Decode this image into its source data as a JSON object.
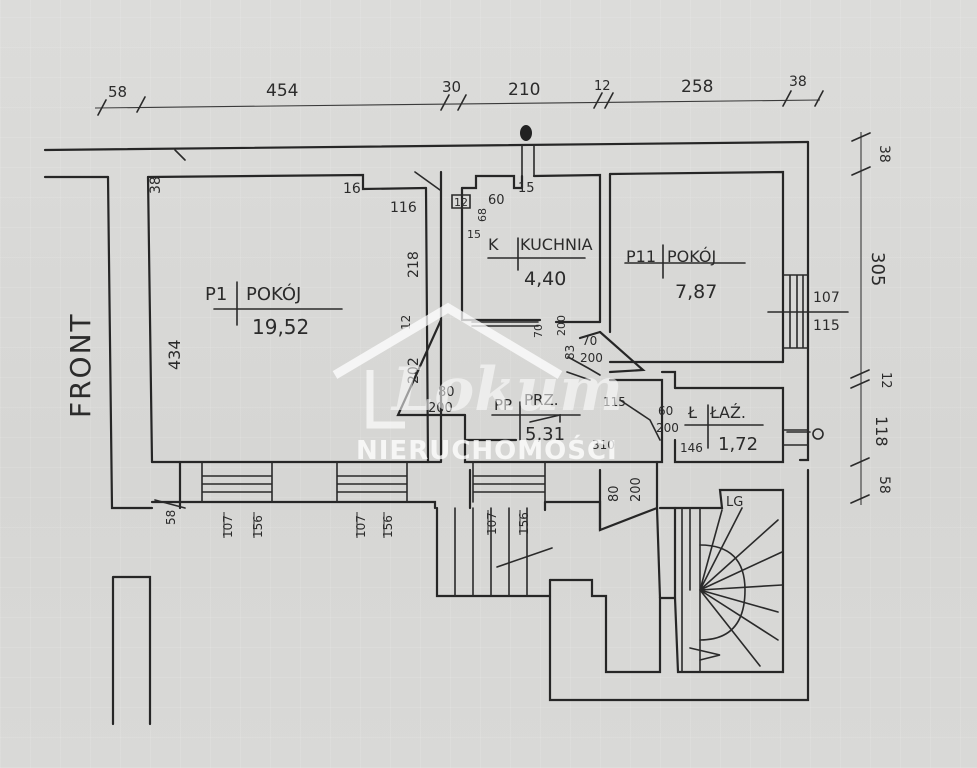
{
  "top_dims": [
    "58",
    "454",
    "30",
    "210",
    "12",
    "258",
    "38"
  ],
  "right_dims": [
    "38",
    "305",
    "12",
    "118",
    "58"
  ],
  "front_label": "FRONT",
  "rooms": {
    "p1": {
      "code": "P1",
      "name": "POKÓJ",
      "area": "19,52"
    },
    "k": {
      "code": "K",
      "name": "KUCHNIA",
      "area": "4,40"
    },
    "p2": {
      "code": "P11",
      "name": "POKÓJ",
      "area": "7,87"
    },
    "pp": {
      "code": "PP",
      "name": "PRZ.",
      "area": "5,31"
    },
    "l": {
      "code": "Ł",
      "name": "ŁAŹ.",
      "area": "1,72"
    }
  },
  "labels": {
    "d15a": "15",
    "d16": "16",
    "d116": "116",
    "d38l": "38",
    "d218": "218",
    "d434": "434",
    "d12": "12",
    "d202": "202",
    "d60": "60",
    "d12b": "12",
    "d68": "68",
    "d15b": "15",
    "d70a": "70",
    "d200a": "200",
    "d70b": "70",
    "d200b": "200",
    "d83": "83",
    "d80a": "80",
    "d200c": "200",
    "d115": "115",
    "d60b": "60",
    "d200d": "200",
    "d146": "146",
    "d310": "310",
    "d107r": "107",
    "d115r": "115",
    "d80b": "80",
    "d200e": "200",
    "d58b": "58",
    "w1a": "107",
    "w1b": "156",
    "w2a": "107",
    "w2b": "156",
    "w3a": "107",
    "w3b": "156",
    "lg": "LG"
  },
  "watermark": {
    "brand": "NIERUCHOMOŚCI",
    "logo": "Lokum"
  },
  "colors": {
    "ink": "#2a2a2a",
    "paper": "#d9d9d7",
    "watermark": "#ffffff"
  }
}
